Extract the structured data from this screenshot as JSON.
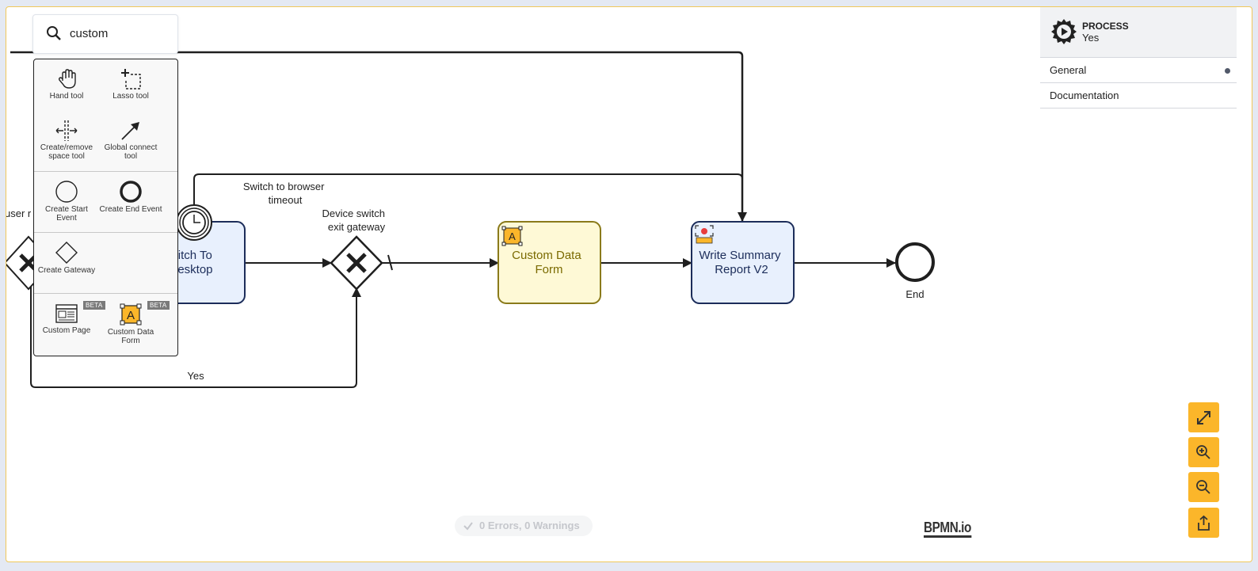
{
  "search": {
    "value": "custom",
    "placeholder": ""
  },
  "palette": {
    "tools": [
      {
        "name": "hand-tool",
        "label": "Hand tool"
      },
      {
        "name": "lasso-tool",
        "label": "Lasso tool"
      },
      {
        "name": "space-tool",
        "label": "Create/remove space tool"
      },
      {
        "name": "global-connect-tool",
        "label": "Global connect tool"
      },
      {
        "name": "create-start-event",
        "label": "Create Start Event"
      },
      {
        "name": "create-end-event",
        "label": "Create End Event"
      },
      {
        "name": "create-gateway",
        "label": "Create Gateway"
      },
      {
        "name": "custom-page",
        "label": "Custom Page",
        "badge": "BETA"
      },
      {
        "name": "custom-data-form",
        "label": "Custom Data Form",
        "badge": "BETA"
      }
    ]
  },
  "diagram": {
    "left_label_fragment": "user r",
    "task_switch": "witch To Desktop",
    "task_custom_form": "Custom Data Form",
    "task_write_summary": "Write Summary Report V2",
    "end_event": "End",
    "timeout_label": "Switch to browser timeout",
    "gateway_label": "Device switch exit gateway",
    "yes_label": "Yes",
    "colors": {
      "task_fill": "#e8f0fd",
      "task_stroke": "#1c2d5a",
      "custom_fill": "#fef9d6",
      "custom_stroke": "#8a7a1a",
      "custom_text": "#7a6a00"
    }
  },
  "properties": {
    "type": "PROCESS",
    "name": "Yes",
    "groups": [
      {
        "label": "General",
        "has_dot": true
      },
      {
        "label": "Documentation",
        "has_dot": false
      }
    ]
  },
  "controls": {
    "fullscreen": "expand-icon",
    "zoom_in": "zoom-in-icon",
    "zoom_out": "zoom-out-icon",
    "export": "share-icon",
    "accent": "#fbb62a"
  },
  "status": {
    "text": "0 Errors, 0 Warnings"
  },
  "brand": "BPMN.io"
}
